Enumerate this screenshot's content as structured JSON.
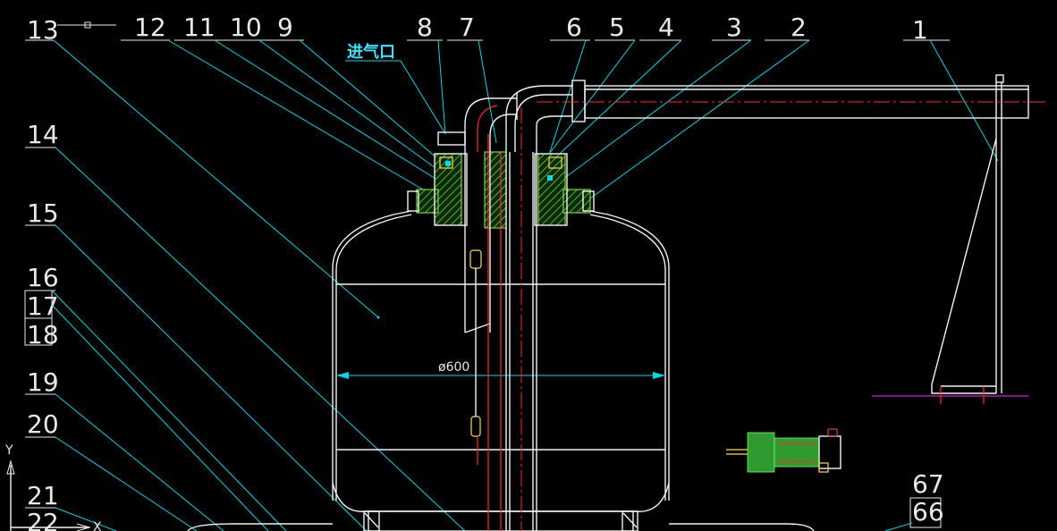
{
  "drawing": {
    "part_labels": [
      "1",
      "2",
      "3",
      "4",
      "5",
      "6",
      "7",
      "8",
      "9",
      "10",
      "11",
      "12",
      "13",
      "14",
      "15",
      "16",
      "17",
      "18",
      "19",
      "20",
      "21",
      "22",
      "66",
      "67"
    ],
    "inlet_label": "进气口",
    "diameter_label": "ø600",
    "axis_y": "Y",
    "axis_x": "X"
  },
  "colors": {
    "background": "#000000",
    "leader": "#00d8e8",
    "centerline": "#ff2a2a",
    "outline": "#f2f2f2",
    "hatch": "#8fff40",
    "ground": "#d020d0"
  }
}
